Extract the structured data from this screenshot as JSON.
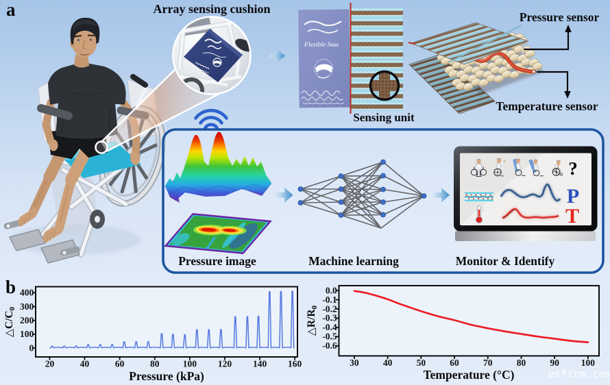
{
  "panel_a": {
    "label": "a",
    "cushion_title": "Array sensing cushion",
    "cover_text": "Flexible Sma",
    "sensing_unit_label": "Sensing unit",
    "pressure_sensor_label": "Pressure sensor",
    "temperature_sensor_label": "Temperature sensor",
    "pipeline_box": {
      "pressure_image_label": "Pressure image",
      "machine_learning_label": "Machine learning",
      "monitor_label": "Monitor & Identify",
      "question_mark": "?",
      "pressure_curve_label": "P",
      "temperature_curve_label": "T"
    }
  },
  "panel_b": {
    "label": "b"
  },
  "watermark": "esfirm.com",
  "colors": {
    "box_border": "#1d55a0",
    "wifi_blue": "#2b62cd",
    "node_blue": "#3f6ec6",
    "edge_gray": "#58585a",
    "capacitance_line": "#5b7de0",
    "resistance_line": "#ed1c24",
    "p_label_blue": "#2b50c0",
    "t_label_red": "#e8231d",
    "cushion_teal": "#2ab3d6"
  },
  "network": {
    "layer1": [
      [
        438.5,
        276
      ],
      [
        438.5,
        296
      ]
    ],
    "layer2": [
      [
        497.5,
        257
      ],
      [
        497.5,
        276
      ],
      [
        497.5,
        295
      ],
      [
        497.5,
        314
      ]
    ],
    "layer3": [
      [
        559,
        236.5
      ],
      [
        559,
        256.5
      ],
      [
        559,
        276.5
      ],
      [
        559,
        295
      ],
      [
        559,
        313.5
      ]
    ],
    "junction": [
      556,
      333
    ],
    "output": [
      618.5,
      286
    ]
  },
  "chart_data": [
    {
      "type": "line",
      "id": "capacitance-vs-pressure",
      "xlabel": "Pressure (kPa)",
      "ylabel_main": "△C/C",
      "ylabel_sub": "0",
      "x_ticks": [
        20,
        40,
        60,
        80,
        100,
        120,
        140,
        160
      ],
      "y_ticks": [
        0,
        100,
        200,
        300,
        400
      ],
      "xlim": [
        12,
        161.5
      ],
      "ylim": [
        -64,
        444
      ],
      "peaks_x": [
        21.5,
        28.3,
        35.2,
        42,
        48.9,
        55.7,
        62.6,
        69.4,
        76.3,
        84,
        90.4,
        97.2,
        104.1,
        110.9,
        117.8,
        126,
        132.9,
        139.2,
        145.6,
        152.1,
        158.6
      ],
      "peaks_h": [
        14,
        14,
        15,
        25,
        25,
        26,
        45,
        46,
        47,
        105,
        100,
        97,
        133,
        133,
        134,
        228,
        228,
        232,
        410,
        411,
        413
      ],
      "between_bump_h": 10,
      "line_color": "#5b7de0"
    },
    {
      "type": "line",
      "id": "resistance-vs-temperature",
      "xlabel": "Temperature (°C)",
      "ylabel_main": "△R/R",
      "ylabel_sub": "0",
      "x_ticks": [
        30,
        40,
        50,
        60,
        70,
        80,
        90,
        100
      ],
      "y_ticks": [
        0.0,
        -0.1,
        -0.2,
        -0.3,
        -0.4,
        -0.5,
        -0.6
      ],
      "y_tick_decimals": 1,
      "xlim": [
        25.4,
        103.3
      ],
      "ylim": [
        -0.71,
        0.053
      ],
      "points": [
        [
          30,
          -0.005
        ],
        [
          33,
          -0.022
        ],
        [
          36,
          -0.05
        ],
        [
          40,
          -0.095
        ],
        [
          44,
          -0.15
        ],
        [
          48,
          -0.2
        ],
        [
          52,
          -0.247
        ],
        [
          56,
          -0.288
        ],
        [
          60,
          -0.322
        ],
        [
          65,
          -0.372
        ],
        [
          70,
          -0.41
        ],
        [
          75,
          -0.443
        ],
        [
          80,
          -0.472
        ],
        [
          85,
          -0.5
        ],
        [
          90,
          -0.523
        ],
        [
          95,
          -0.547
        ],
        [
          100,
          -0.562
        ]
      ],
      "line_color": "#ed1c24"
    }
  ]
}
